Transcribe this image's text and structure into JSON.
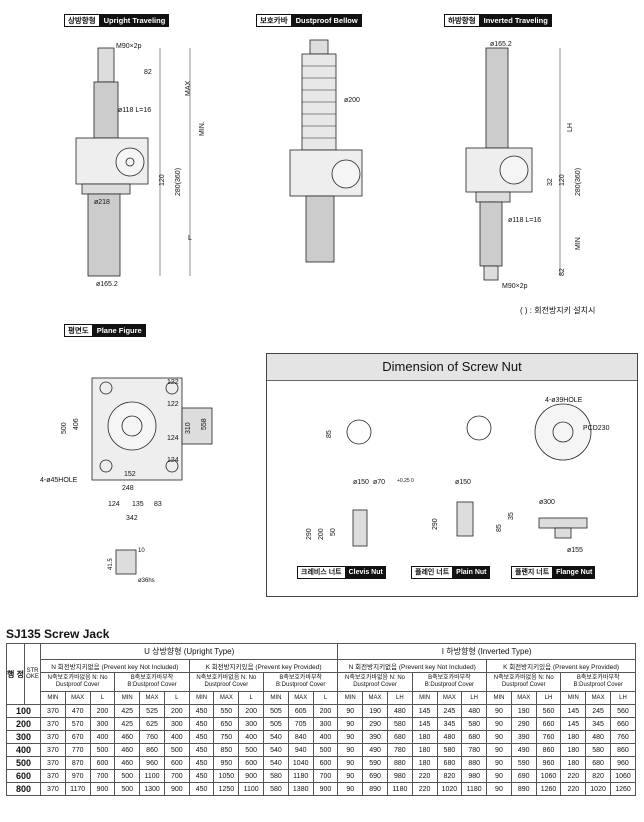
{
  "tags": {
    "upright": {
      "ko": "상방향형",
      "en": "Upright Traveling"
    },
    "bellow": {
      "ko": "보호카바",
      "en": "Dustproof Bellow"
    },
    "inverted": {
      "ko": "하방향형",
      "en": "Inverted Traveling"
    },
    "plane": {
      "ko": "평면도",
      "en": "Plane Figure"
    }
  },
  "drawing_labels": {
    "upright": {
      "thread": "M90×2p",
      "top": "82",
      "pipe": "ø118 L=16",
      "max": "MAX",
      "min": "MIN.",
      "h120": "120",
      "h280": "280(360)",
      "d218": "ø218",
      "l": "L",
      "d165": "ø165.2"
    },
    "bellow": {
      "d200": "ø200"
    },
    "inverted": {
      "d165": "ø165.2",
      "lh": "LH",
      "h32": "32",
      "h120": "120",
      "h280": "280(360)",
      "pipe": "ø118 L=16",
      "min": "MIN",
      "h82": "82",
      "thread": "M90×2p"
    },
    "plane": {
      "h122a": "122",
      "h122b": "122",
      "w500": "500",
      "w406": "406",
      "h310": "310",
      "h558": "558",
      "h124a": "124",
      "h124b": "124",
      "w152": "152",
      "w248": "248",
      "w124": "124",
      "w135": "135",
      "w83": "83",
      "w342": "342",
      "hole": "4-ø45HOLE",
      "k": "10",
      "h41": "41.5",
      "d36": "ø36hs"
    }
  },
  "note": "(      ) : 회전방지키 설치시",
  "dimension_box": {
    "title": "Dimension of Screw Nut",
    "clevis": {
      "ko": "크레비스 너트",
      "en": "Clevis Nut",
      "h85": "85",
      "d150": "ø150",
      "d70": "ø70",
      "tol": "+0.25 0",
      "h290": "290",
      "h200": "200",
      "h50": "50"
    },
    "plain": {
      "ko": "플레인 너트",
      "en": "Plain Nut",
      "d150": "ø150",
      "h290": "290"
    },
    "flange": {
      "ko": "플랜지 너트",
      "en": "Flange Nut",
      "hole": "4-ø39HOLE",
      "pcd": "PCD230",
      "d300": "ø300",
      "h35": "35",
      "h85": "85",
      "d155": "ø155"
    }
  },
  "section_title": "SJ135 Screw Jack",
  "table": {
    "stroke_header": "행 정",
    "stroke_letters": "STROKE",
    "u_header": "U 상방향형 (Upright Type)",
    "i_header": "I 하방향형 (Inverted Type)",
    "n_sub": "N 회전방지키없음 (Prevent key Not Included)",
    "k_sub": "K 회전방지키있음 (Prevent key Provided)",
    "n_cover": "N축보호카바없음 N: No Dustproof Cover",
    "b_cover": "B축보호카바부착 B:Dustproof Cover",
    "cols_u": [
      "MIN",
      "MAX",
      "L"
    ],
    "cols_i": [
      "MIN",
      "MAX",
      "LH"
    ],
    "rows": [
      {
        "stroke": "100",
        "v": [
          "370",
          "470",
          "200",
          "425",
          "525",
          "200",
          "450",
          "550",
          "200",
          "505",
          "605",
          "200",
          "90",
          "190",
          "480",
          "145",
          "245",
          "480",
          "90",
          "190",
          "560",
          "145",
          "245",
          "560"
        ]
      },
      {
        "stroke": "200",
        "v": [
          "370",
          "570",
          "300",
          "425",
          "625",
          "300",
          "450",
          "650",
          "300",
          "505",
          "705",
          "300",
          "90",
          "290",
          "580",
          "145",
          "345",
          "580",
          "90",
          "290",
          "660",
          "145",
          "345",
          "660"
        ]
      },
      {
        "stroke": "300",
        "v": [
          "370",
          "670",
          "400",
          "460",
          "760",
          "400",
          "450",
          "750",
          "400",
          "540",
          "840",
          "400",
          "90",
          "390",
          "680",
          "180",
          "480",
          "680",
          "90",
          "390",
          "760",
          "180",
          "480",
          "760"
        ]
      },
      {
        "stroke": "400",
        "v": [
          "370",
          "770",
          "500",
          "460",
          "860",
          "500",
          "450",
          "850",
          "500",
          "540",
          "940",
          "500",
          "90",
          "490",
          "780",
          "180",
          "580",
          "780",
          "90",
          "490",
          "860",
          "180",
          "580",
          "860"
        ]
      },
      {
        "stroke": "500",
        "v": [
          "370",
          "870",
          "600",
          "460",
          "960",
          "600",
          "450",
          "950",
          "600",
          "540",
          "1040",
          "600",
          "90",
          "590",
          "880",
          "180",
          "680",
          "880",
          "90",
          "590",
          "960",
          "180",
          "680",
          "960"
        ]
      },
      {
        "stroke": "600",
        "v": [
          "370",
          "970",
          "700",
          "500",
          "1100",
          "700",
          "450",
          "1050",
          "900",
          "580",
          "1180",
          "700",
          "90",
          "690",
          "980",
          "220",
          "820",
          "980",
          "90",
          "690",
          "1060",
          "220",
          "820",
          "1060"
        ]
      },
      {
        "stroke": "800",
        "v": [
          "370",
          "1170",
          "900",
          "500",
          "1300",
          "900",
          "450",
          "1250",
          "1100",
          "580",
          "1380",
          "900",
          "90",
          "890",
          "1180",
          "220",
          "1020",
          "1180",
          "90",
          "890",
          "1260",
          "220",
          "1020",
          "1260"
        ]
      }
    ]
  },
  "colors": {
    "line": "#222222",
    "box_bg": "#e4e4e4",
    "tag_bg": "#111111"
  }
}
